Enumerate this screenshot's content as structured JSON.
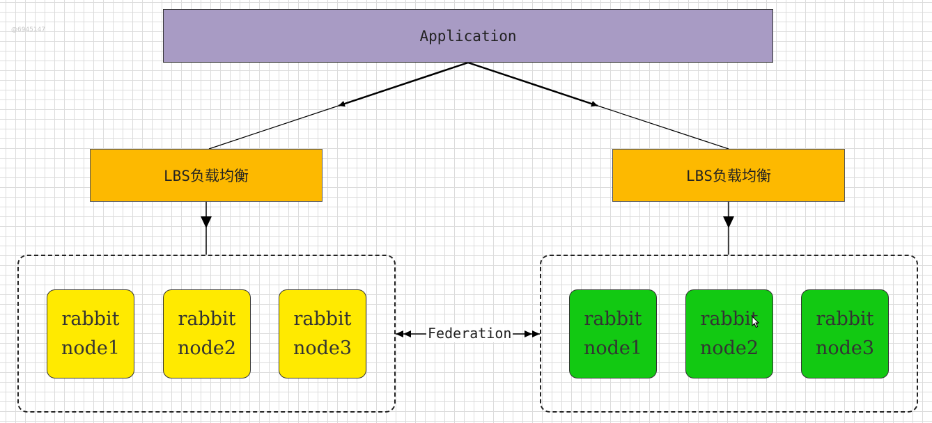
{
  "watermark": "@6945147",
  "application": {
    "label": "Application"
  },
  "lbs": {
    "left_label": "LBS负载均衡",
    "right_label": "LBS负载均衡"
  },
  "federation": {
    "label": "Federation"
  },
  "clusters": {
    "left": {
      "nodes": [
        {
          "line1": "rabbit",
          "line2": "node1"
        },
        {
          "line1": "rabbit",
          "line2": "node2"
        },
        {
          "line1": "rabbit",
          "line2": "node3"
        }
      ]
    },
    "right": {
      "nodes": [
        {
          "line1": "rabbit",
          "line2": "node1"
        },
        {
          "line1": "rabbit",
          "line2": "node2"
        },
        {
          "line1": "rabbit",
          "line2": "node3"
        }
      ]
    }
  },
  "colors": {
    "application_fill": "#a89bc4",
    "lbs_fill": "#fdb900",
    "left_node_fill": "#ffea00",
    "right_node_fill": "#12c912",
    "grid": "#dcdcdc"
  }
}
